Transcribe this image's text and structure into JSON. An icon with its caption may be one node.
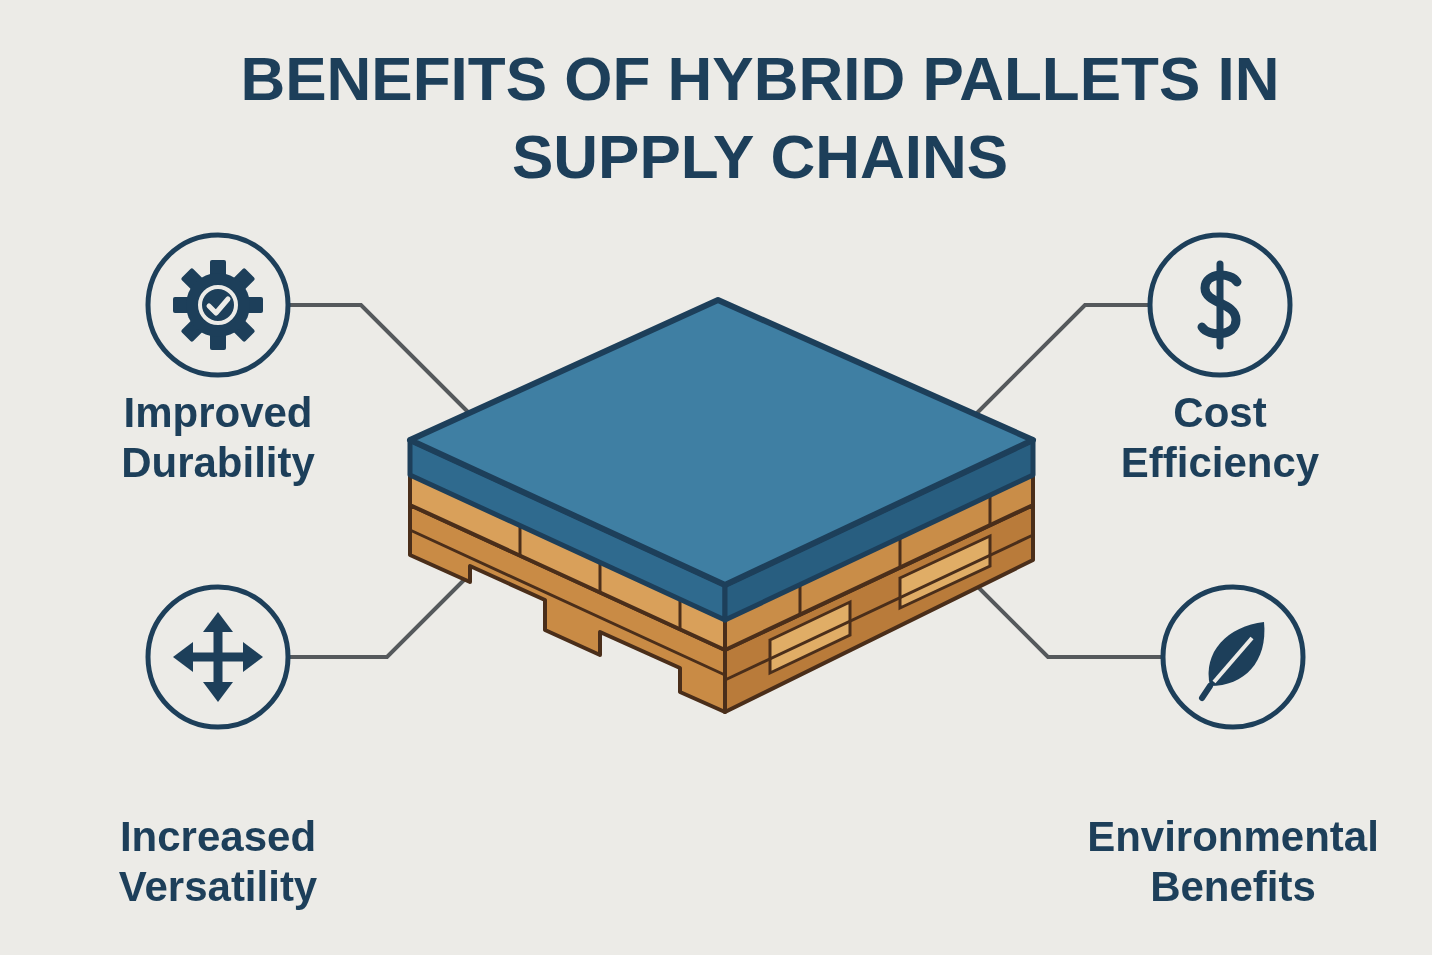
{
  "diagram": {
    "title": "BENEFITS OF HYBRID PALLETS IN SUPPLY CHAINS",
    "nodes": [
      {
        "text": [
          "Improved Durability"
        ]
      },
      {
        "text": [
          "Cost Efficiency"
        ]
      },
      {
        "text": [],
        "shape": "picture"
      },
      {
        "text": [
          "Increased Versatility"
        ]
      },
      {
        "text": [
          "Environmental Benefits"
        ]
      }
    ],
    "edges": [
      {
        "from": 0,
        "to": 2,
        "arrow": "none"
      },
      {
        "from": 1,
        "to": 2,
        "arrow": "none"
      },
      {
        "from": 3,
        "to": 2,
        "arrow": "none"
      },
      {
        "from": 4,
        "to": 2,
        "arrow": "none"
      }
    ]
  }
}
